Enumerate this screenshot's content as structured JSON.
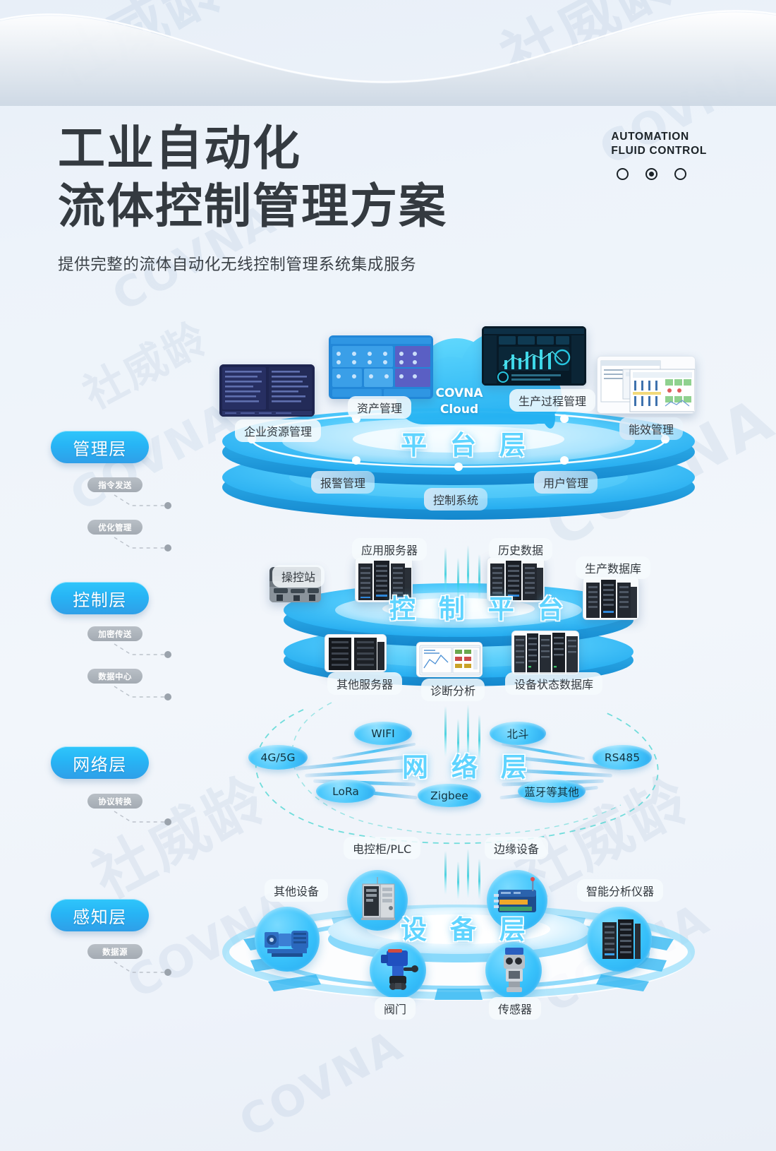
{
  "header": {
    "title_line1": "工业自动化",
    "title_line2": "流体控制管理方案",
    "subtitle": "提供完整的流体自动化无线控制管理系统集成服务",
    "brand_line1": "AUTOMATION",
    "brand_line2": "FLUID CONTROL"
  },
  "rail": {
    "layers": [
      {
        "label": "管理层",
        "tags": [
          "指令发送",
          "优化管理"
        ]
      },
      {
        "label": "控制层",
        "tags": [
          "加密传送",
          "数据中心"
        ]
      },
      {
        "label": "网络层",
        "tags": [
          "协议转换"
        ]
      },
      {
        "label": "感知层",
        "tags": [
          "数据源"
        ]
      }
    ]
  },
  "platform_layer": {
    "title": "平 台 层",
    "cloud_line1": "COVNA",
    "cloud_line2": "Cloud",
    "nodes": [
      "企业资源管理",
      "资产管理",
      "生产过程管理",
      "能效管理",
      "报警管理",
      "用户管理",
      "控制系统"
    ]
  },
  "control_layer": {
    "title": "控 制 平 台",
    "nodes": [
      "操控站",
      "应用服务器",
      "历史数据",
      "生产数据库",
      "其他服务器",
      "诊断分析",
      "设备状态数据库"
    ]
  },
  "network_layer": {
    "title": "网 络 层",
    "nodes": [
      "WIFI",
      "北斗",
      "4G/5G",
      "RS485",
      "LoRa",
      "Zigbee",
      "蓝牙等其他"
    ]
  },
  "device_layer": {
    "title": "设 备 层",
    "nodes": [
      "电控柜/PLC",
      "边缘设备",
      "其他设备",
      "智能分析仪器",
      "阀门",
      "传感器"
    ]
  },
  "watermarks": {
    "cn": "社威龄",
    "en": "COVNA"
  },
  "colors": {
    "accent": "#2fbdf7",
    "accent_deep": "#1f8fd6",
    "layer_word": "#5fd4ff",
    "title": "#343a40",
    "background": "#eef3fa",
    "tag_grey": "#a4abb3"
  }
}
